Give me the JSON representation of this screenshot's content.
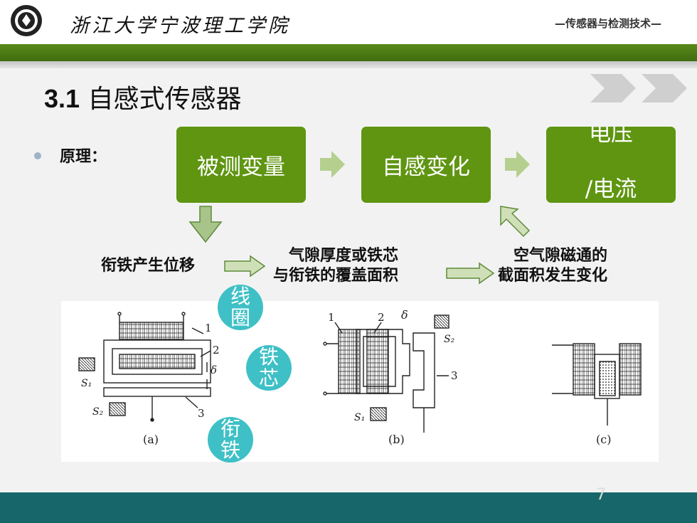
{
  "header": {
    "school_name": "浙江大学宁波理工学院",
    "course_title": "—传感器与检测技术—"
  },
  "slide": {
    "title_number": "3.1",
    "title_text": "自感式传感器",
    "bullet_label": "原理：",
    "flow": {
      "box1": "被测变量",
      "box2": "自感变化",
      "box3_line1": "电压",
      "box3_line2": "/电流"
    },
    "steps": {
      "step1": "衔铁产生位移",
      "step2_line1": "气隙厚度或铁芯",
      "step2_line2": "与衔铁的覆盖面积",
      "step3_line1": "空气隙磁通的",
      "step3_line2": "截面积发生变化"
    },
    "bubbles": {
      "coil": "线圈",
      "core": "铁芯",
      "armature": "衔铁"
    },
    "figure_labels": {
      "a": "(a)",
      "b": "(b)",
      "c": "(c)",
      "n1": "1",
      "n2": "2",
      "n3": "3",
      "delta": "δ",
      "s1": "S₁",
      "s2": "S₂"
    },
    "page_number": "7"
  },
  "colors": {
    "green_box": "#5f9511",
    "band_green": "#4a7a14",
    "teal_bubble": "#3ec0c6",
    "footer": "#17676a"
  }
}
